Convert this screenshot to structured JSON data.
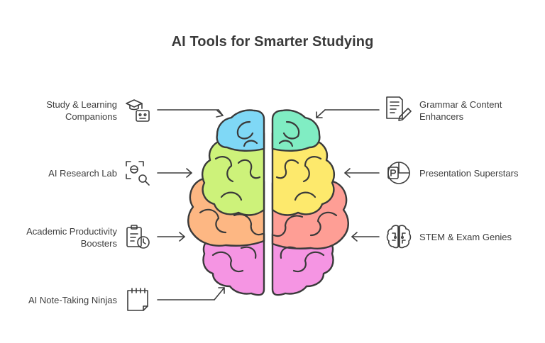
{
  "title": "AI Tools for Smarter Studying",
  "left_items": [
    {
      "line1": "Study & Learning",
      "line2": "Companions",
      "icon": "graduation-cap-robot-icon"
    },
    {
      "line1": "AI Research Lab",
      "line2": "",
      "icon": "research-lens-icon"
    },
    {
      "line1": "Academic Productivity",
      "line2": "Boosters",
      "icon": "clipboard-clock-icon"
    },
    {
      "line1": "AI Note-Taking Ninjas",
      "line2": "",
      "icon": "notepad-icon"
    }
  ],
  "right_items": [
    {
      "line1": "Grammar & Content",
      "line2": "Enhancers",
      "icon": "document-pencil-icon"
    },
    {
      "line1": "Presentation Superstars",
      "line2": "",
      "icon": "presentation-p-icon"
    },
    {
      "line1": "STEM & Exam Genies",
      "line2": "",
      "icon": "brain-circuit-icon"
    }
  ],
  "colors": {
    "blue": "#7fd8f6",
    "mint": "#80edc3",
    "lime": "#cdf27a",
    "yellow": "#fde96c",
    "orange": "#fdb783",
    "salmon": "#fe9e95",
    "pink": "#f595e3",
    "ink": "#3a3a3a"
  }
}
